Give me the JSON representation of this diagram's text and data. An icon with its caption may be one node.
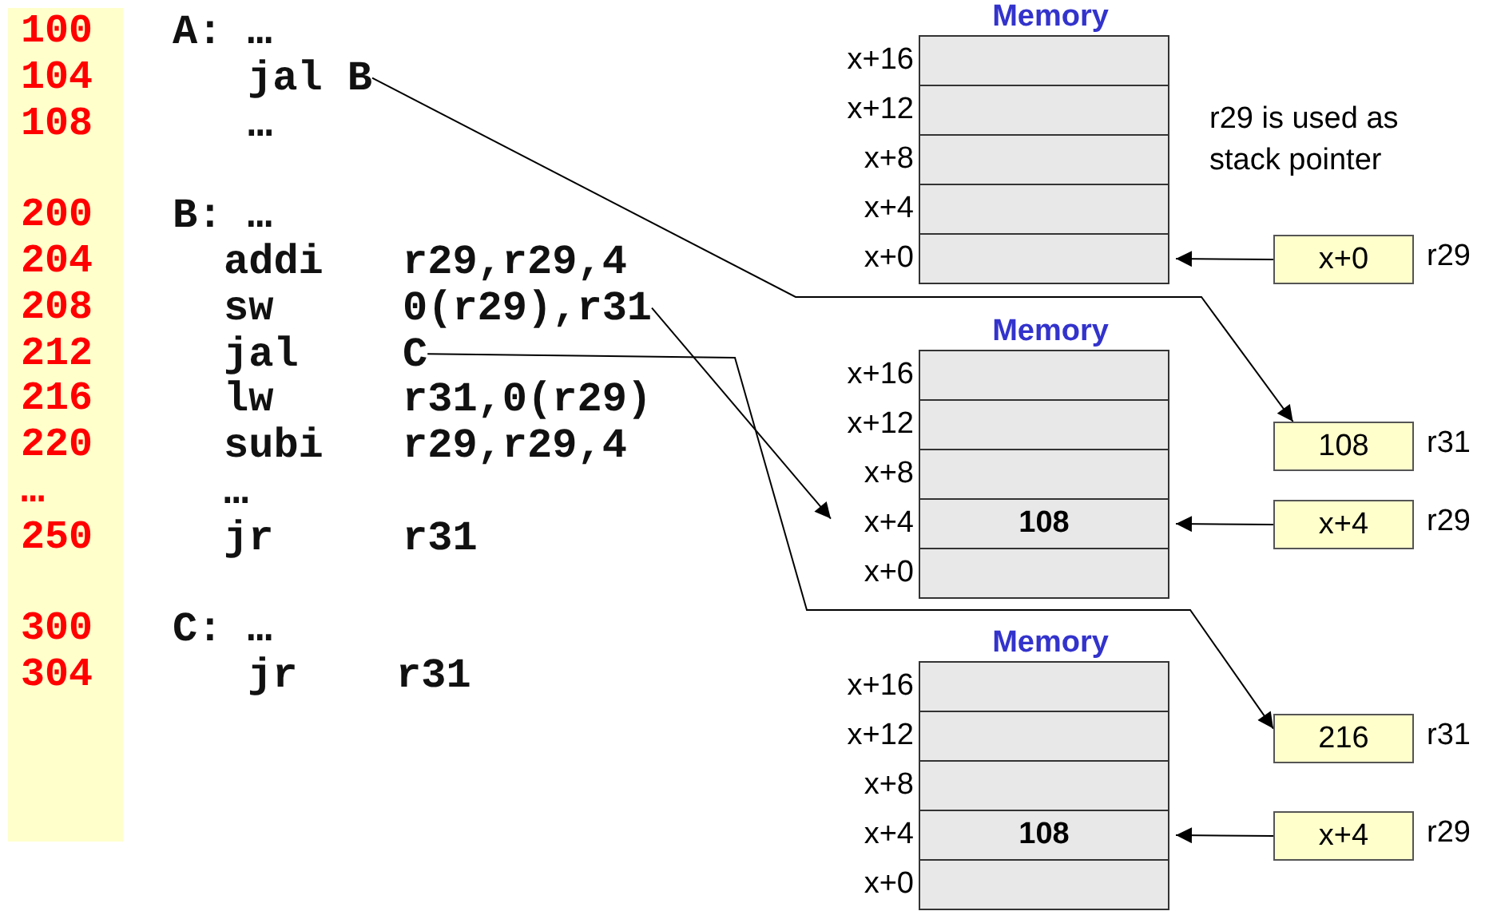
{
  "diagram": {
    "nodes": [
      {
        "text": [
          "100",
          "104",
          "108",
          "200",
          "204",
          "208",
          "212",
          "216",
          "220",
          "…",
          "250",
          "300",
          "304"
        ]
      },
      {
        "text": [
          "jal B"
        ]
      },
      {
        "text": [
          "0(r29),r31"
        ]
      },
      {
        "text": [
          "C"
        ]
      },
      {
        "text": [
          "Memory"
        ]
      },
      {
        "text": [],
        "shape": "box",
        "beside": [
          "x+16"
        ],
        "in": 4
      },
      {
        "text": [],
        "shape": "box",
        "beside": [
          "x+12"
        ],
        "in": 4
      },
      {
        "text": [],
        "shape": "box",
        "beside": [
          "x+8"
        ],
        "in": 4
      },
      {
        "text": [],
        "shape": "box",
        "beside": [
          "x+4"
        ],
        "in": 4
      },
      {
        "text": [],
        "shape": "box",
        "beside": [
          "x+0"
        ],
        "in": 4
      },
      {
        "text": [
          "x+0"
        ],
        "beside": [
          "r29"
        ]
      },
      {
        "text": [
          "Memory"
        ]
      },
      {
        "text": [],
        "shape": "box",
        "beside": [
          "x+16"
        ],
        "in": 11
      },
      {
        "text": [],
        "shape": "box",
        "beside": [
          "x+12"
        ],
        "in": 11
      },
      {
        "text": [],
        "shape": "box",
        "beside": [
          "x+8"
        ],
        "in": 11
      },
      {
        "text": [
          "108"
        ],
        "beside": [
          "x+4"
        ],
        "in": 11
      },
      {
        "text": [],
        "shape": "box",
        "beside": [
          "x+0"
        ],
        "in": 11
      },
      {
        "text": [
          "108"
        ],
        "beside": [
          "r31"
        ]
      },
      {
        "text": [
          "x+4"
        ],
        "beside": [
          "r29"
        ]
      },
      {
        "text": [
          "Memory"
        ]
      },
      {
        "text": [],
        "shape": "box",
        "beside": [
          "x+16"
        ],
        "in": 19
      },
      {
        "text": [],
        "shape": "box",
        "beside": [
          "x+12"
        ],
        "in": 19
      },
      {
        "text": [],
        "shape": "box",
        "beside": [
          "x+8"
        ],
        "in": 19
      },
      {
        "text": [
          "108"
        ],
        "beside": [
          "x+4"
        ],
        "in": 19
      },
      {
        "text": [],
        "shape": "box",
        "beside": [
          "x+0"
        ],
        "in": 19
      },
      {
        "text": [
          "216"
        ],
        "beside": [
          "r31"
        ]
      },
      {
        "text": [
          "x+4"
        ],
        "beside": [
          "r29"
        ]
      }
    ],
    "edges": [
      {
        "from": 1,
        "to": 17,
        "arrow": "to"
      },
      {
        "from": 10,
        "to": 9,
        "arrow": "to"
      },
      {
        "from": 2,
        "to": 15,
        "arrow": "to"
      },
      {
        "from": 18,
        "to": 15,
        "arrow": "to"
      },
      {
        "from": 3,
        "to": 25,
        "arrow": "to"
      },
      {
        "from": 26,
        "to": 23,
        "arrow": "to"
      }
    ],
    "labels": [
      "A: …",
      "…",
      "B: …",
      "addi",
      "r29,r29,4",
      "sw",
      "jal",
      "lw",
      "r31,0(r29)",
      "subi",
      "r29,r29,4",
      "…",
      "jr",
      "r31",
      "C: …",
      "jr",
      "r31",
      "r29 is used as stack pointer"
    ]
  }
}
